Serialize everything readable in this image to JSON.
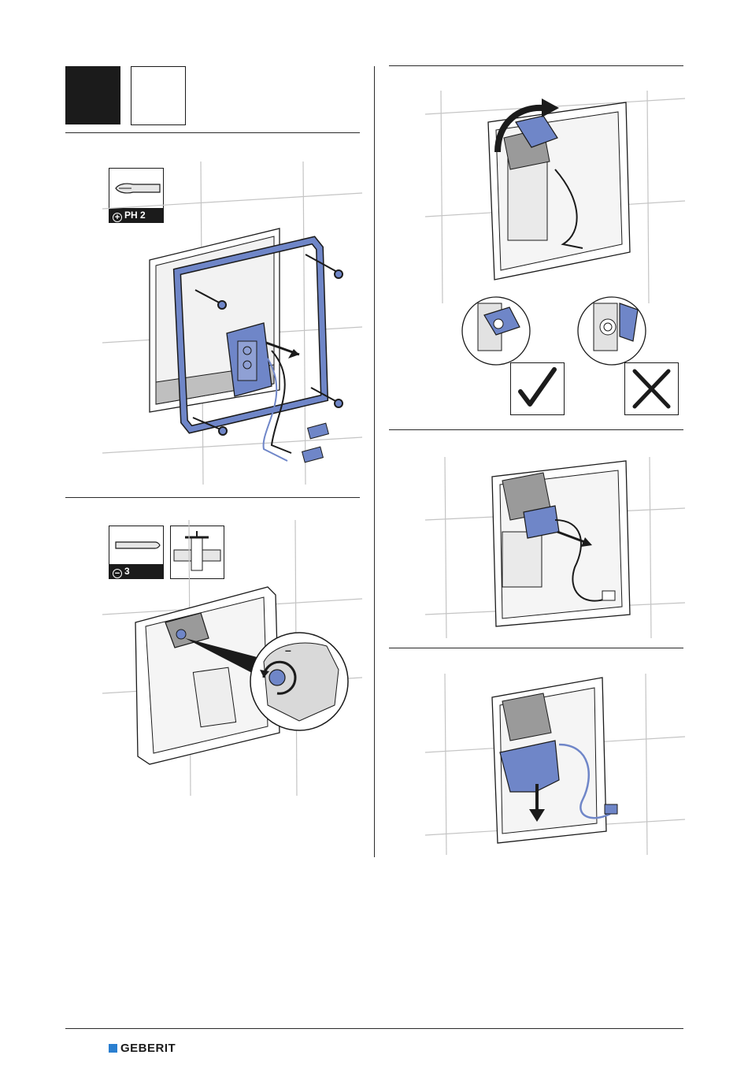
{
  "header": {
    "step_box_label": ""
  },
  "panel1": {
    "tool_label": "PH 2",
    "tool_symbol": "+",
    "tool_icon": "phillips-screwdriver-icon"
  },
  "panel2": {
    "tool_label": "3",
    "tool_symbol": "−",
    "tool_icon": "flat-screwdriver-icon",
    "aux_icon": "shutoff-valve-icon"
  },
  "panel3": {
    "correct_icon": "checkmark-icon",
    "wrong_icon": "cross-icon"
  },
  "footer": {
    "brand": "GEBERIT"
  },
  "colors": {
    "accent_blue": "#6f86c8",
    "line": "#1b1b1b",
    "tile_line": "#bdbdbd",
    "brand_blue": "#2a7fd0"
  }
}
